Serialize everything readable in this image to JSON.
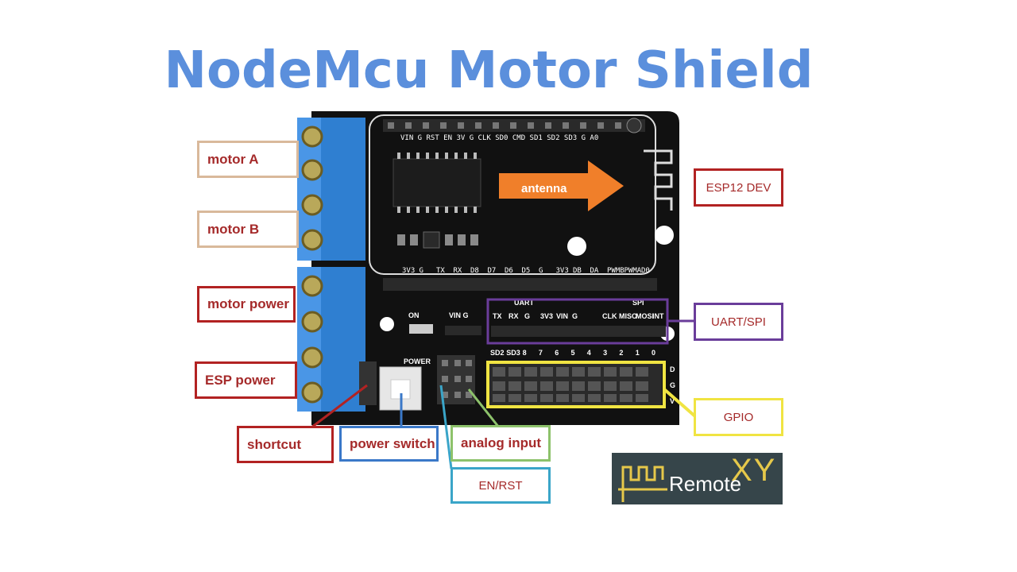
{
  "title": "NodeMcu Motor Shield",
  "colors": {
    "title": "#5b8fdc",
    "brown": "#a0522d",
    "tan": "#d9b99b",
    "red": "#b22222",
    "purple": "#6a3d9a",
    "yellow": "#f0e442",
    "green": "#8dc26b",
    "cyan": "#3aa5c8",
    "arrow": "#f07f2a",
    "logo_bg": "#36454a",
    "logo_accent": "#e6c84a"
  },
  "labels": {
    "motor_a": "motor A",
    "motor_b": "motor B",
    "motor_power": "motor power",
    "esp_power": "ESP power",
    "shortcut": "shortcut",
    "power_switch": "power switch",
    "analog_input": "analog input",
    "en_rst": "EN/RST",
    "esp12_dev": "ESP12 DEV",
    "uart_spi": "UART/SPI",
    "gpio": "GPIO"
  },
  "board": {
    "arrow_label": "antenna",
    "top_pins": "VIN G RST EN 3V G CLK SD0 CMD SD1 SD2 SD3 G A0",
    "mid_pins": [
      "3V3",
      "G",
      "TX",
      "RX",
      "D8",
      "D7",
      "D6",
      "D5",
      "G",
      "3V3",
      "DB",
      "DA",
      "PWMB",
      "PWMA",
      "D0"
    ],
    "on_label": "ON",
    "vin_g_label": "VIN  G",
    "uart_label": "UART",
    "spi_label": "SPI",
    "uart_pins": [
      "TX",
      "RX",
      "G",
      "3V3",
      "VIN",
      "G"
    ],
    "spi_pins": [
      "CLK",
      "MISO",
      "MOSI",
      "INT"
    ],
    "power_label": "POWER",
    "gpio_pins": [
      "SD2",
      "SD3",
      "8",
      "7",
      "6",
      "5",
      "4",
      "3",
      "2",
      "1",
      "0"
    ],
    "side_letters": [
      "D",
      "G",
      "V"
    ]
  },
  "logo": {
    "text": "Remote",
    "accent": "XY"
  }
}
